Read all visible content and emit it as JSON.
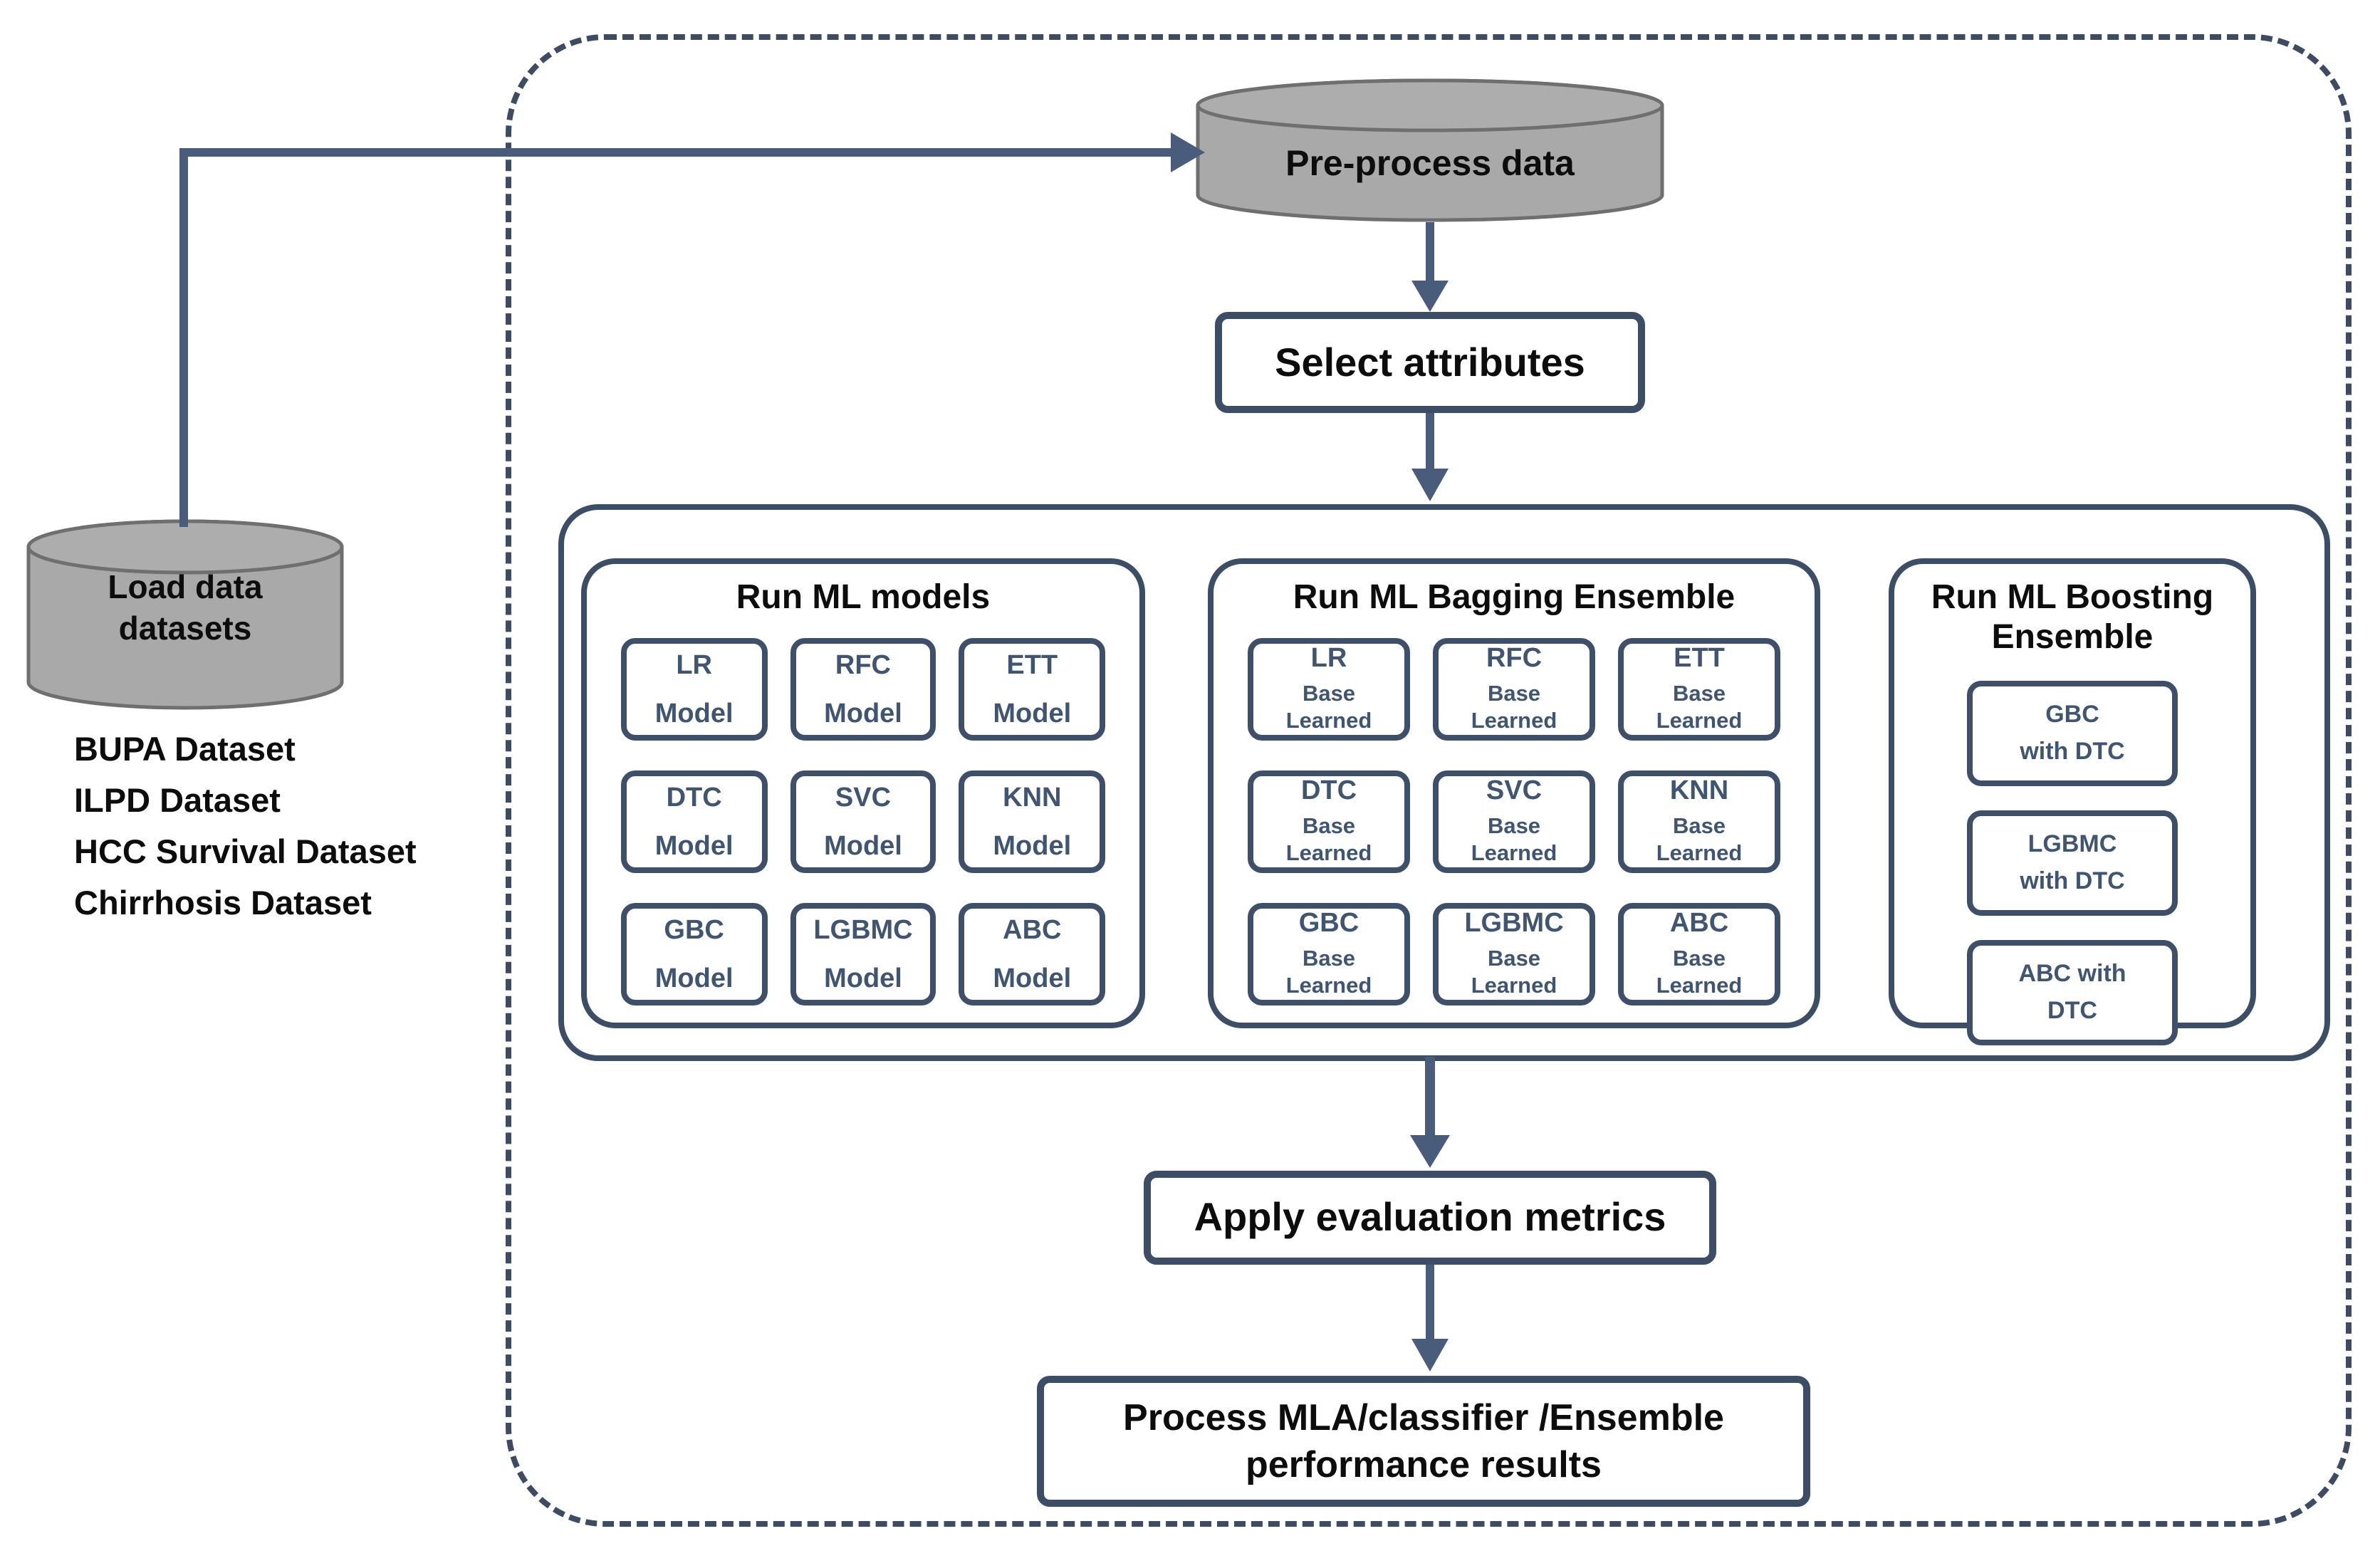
{
  "figure": {
    "load_cylinder": {
      "line1": "Load data",
      "line2": "datasets"
    },
    "datasets": [
      "BUPA Dataset",
      "ILPD Dataset",
      "HCC Survival Dataset",
      "Chirrhosis Dataset"
    ],
    "preprocess_cylinder": {
      "label": "Pre-process data"
    },
    "select_attributes": {
      "label": "Select attributes"
    },
    "apply_metrics": {
      "label": "Apply evaluation metrics"
    },
    "process_results": {
      "line1": "Process MLA/classifier /Ensemble",
      "line2": "performance results"
    },
    "sections": [
      {
        "title": "Run ML models",
        "boxes": [
          {
            "l1": "LR",
            "l2": "Model"
          },
          {
            "l1": "RFC",
            "l2": "Model"
          },
          {
            "l1": "ETT",
            "l2": "Model"
          },
          {
            "l1": "DTC",
            "l2": "Model"
          },
          {
            "l1": "SVC",
            "l2": "Model"
          },
          {
            "l1": "KNN",
            "l2": "Model"
          },
          {
            "l1": "GBC",
            "l2": "Model"
          },
          {
            "l1": "LGBMC",
            "l2": "Model"
          },
          {
            "l1": "ABC",
            "l2": "Model"
          }
        ]
      },
      {
        "title": "Run ML Bagging Ensemble",
        "boxes": [
          {
            "l1": "LR",
            "l2": "Base",
            "l3": "Learned"
          },
          {
            "l1": "RFC",
            "l2": "Base",
            "l3": "Learned"
          },
          {
            "l1": "ETT",
            "l2": "Base",
            "l3": "Learned"
          },
          {
            "l1": "DTC",
            "l2": "Base",
            "l3": "Learned"
          },
          {
            "l1": "SVC",
            "l2": "Base",
            "l3": "Learned"
          },
          {
            "l1": "KNN",
            "l2": "Base",
            "l3": "Learned"
          },
          {
            "l1": "GBC",
            "l2": "Base",
            "l3": "Learned"
          },
          {
            "l1": "LGBMC",
            "l2": "Base",
            "l3": "Learned"
          },
          {
            "l1": "ABC",
            "l2": "Base",
            "l3": "Learned"
          }
        ]
      },
      {
        "title1": "Run ML Boosting",
        "title2": "Ensemble",
        "boxes": [
          {
            "l1": "GBC",
            "l2": "with DTC"
          },
          {
            "l1": "LGBMC",
            "l2": "with DTC"
          },
          {
            "l1": "ABC with",
            "l2": "DTC"
          }
        ]
      }
    ],
    "colors": {
      "border": "#3c4d66",
      "arrow": "#4a5c7c",
      "cylinder_fill": "#a9a9a9",
      "cylinder_stroke": "#6f6f6f",
      "box_text": "#3f5571",
      "text": "#0d0d0d"
    }
  }
}
